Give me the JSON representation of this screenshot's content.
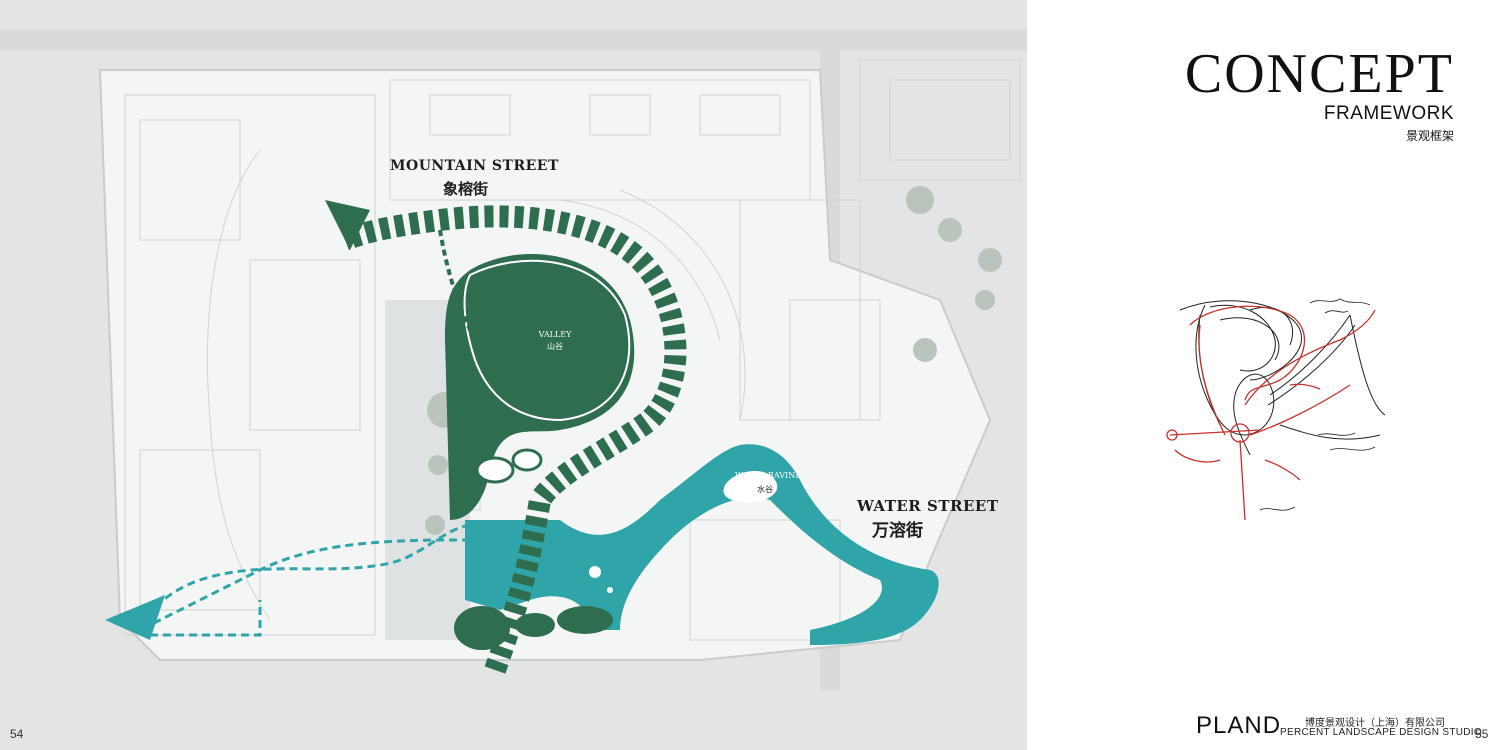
{
  "title": {
    "main": "CONCEPT",
    "sub": "FRAMEWORK",
    "cn": "景观框架"
  },
  "labels": {
    "mountain_street_en": "MOUNTAIN STREET",
    "mountain_street_cn": "象榕街",
    "valley_en": "VALLEY",
    "valley_cn": "山谷",
    "water_ravine_en": "WATER RAVINE",
    "water_ravine_cn": "水谷",
    "water_street_en": "WATER STREET",
    "water_street_cn": "万溶街"
  },
  "footer": {
    "page_left": "54",
    "page_right": "55",
    "logo": "PLAND",
    "firm_cn": "博度景观设计（上海）有限公司",
    "firm_en": "PERCENT LANDSCAPE DESIGN STUDIO"
  },
  "colors": {
    "green": "#2e6e4f",
    "teal": "#30a5a9",
    "plan_bg": "#e6e8e8",
    "sketch_red": "#c9302c"
  }
}
